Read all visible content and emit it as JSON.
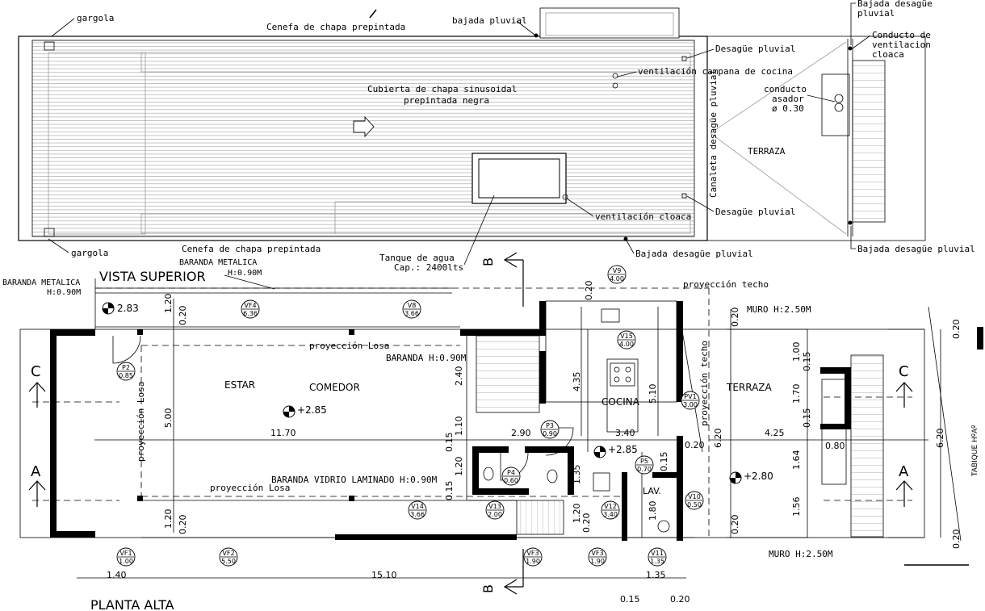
{
  "roof_plan": {
    "title": "VISTA SUPERIOR",
    "labels": {
      "gargola_top": "gargola",
      "gargola_bottom": "gargola",
      "cenefa_top": "Cenefa de chapa prepintada",
      "cenefa_bottom": "Cenefa de chapa prepintada",
      "bajada_pluvial": "bajada pluvial",
      "cubierta_1": "Cubierta de chapa sinusoidal",
      "cubierta_2": "prepintada negra",
      "ventilacion_campana": "ventilación campana de cocina",
      "ventilacion_cloaca": "ventilación cloaca",
      "tanque_1": "Tanque de agua",
      "tanque_2": "Cap.: 2400lts",
      "bajada_desague_bottom": "Bajada desagüe pluvial",
      "desague_top": "Desagüe pluvial",
      "desague_bottom": "Desagüe pluvial",
      "canaleta": "Canaleta desagüe pluvial",
      "conducto_1": "conducto",
      "conducto_2": "asador",
      "conducto_3": "ø 0.30",
      "terraza": "TERRAZA",
      "bajada_desague_right_top_1": "Bajada desagüe",
      "bajada_desague_right_top_2": "pluvial",
      "conducto_vent_1": "Conducto de",
      "conducto_vent_2": "ventilacion",
      "conducto_vent_3": "cloaca",
      "bajada_desague_right_bottom": "Bajada desagüe pluvial"
    }
  },
  "floor_plan": {
    "title": "PLANTA ALTA",
    "labels": {
      "baranda_metalica_left_1": "BARANDA METALICA",
      "baranda_metalica_left_2": "H:0.90M",
      "baranda_metalica_top_1": "BARANDA METALICA",
      "baranda_metalica_top_2": "H:0.90M",
      "proyeccion_techo_top": "proyección techo",
      "proyeccion_techo_vertical": "proyección techo",
      "proyeccion_losa_1": "proyección Losa",
      "proyeccion_losa_2": "proyección Losa",
      "proyeccion_losa_vertical": "proyección Losa",
      "baranda": "BARANDA  H:0.90M",
      "baranda_vidrio": "BARANDA VIDRIO LAMINADO H:0.90M",
      "estar": "ESTAR",
      "comedor": "COMEDOR",
      "cocina": "COCINA",
      "terraza": "TERRAZA",
      "lav": "LAV.",
      "muro_top": "MURO H:2.50M",
      "muro_bottom": "MURO H:2.50M",
      "tabique": "TABIQUE HºAº",
      "section_a": "A",
      "section_c": "C",
      "section_b": "B"
    },
    "levels": {
      "balcony": "2.83",
      "estar": "+2.85",
      "cocina": "+2.85",
      "terraza": "+2.80"
    },
    "tags": [
      {
        "code": "P2",
        "value": "0.85"
      },
      {
        "code": "VF4",
        "value": "6.36"
      },
      {
        "code": "V8",
        "value": "3.66"
      },
      {
        "code": "V9",
        "value": "4.00"
      },
      {
        "code": "V15",
        "value": "4.00"
      },
      {
        "code": "PV1",
        "value": "3.00"
      },
      {
        "code": "P3",
        "value": "0.90"
      },
      {
        "code": "P4",
        "value": "0.60"
      },
      {
        "code": "P5",
        "value": "0.70"
      },
      {
        "code": "V14",
        "value": "3.66"
      },
      {
        "code": "V13",
        "value": "2.00"
      },
      {
        "code": "V12",
        "value": "3.40"
      },
      {
        "code": "V10",
        "value": "0.50"
      },
      {
        "code": "VF1",
        "value": "1.00"
      },
      {
        "code": "VF2",
        "value": "5.50"
      },
      {
        "code": "VF3",
        "value": "1.90"
      },
      {
        "code": "VF3",
        "value": "1.90"
      },
      {
        "code": "V11",
        "value": "1.35"
      }
    ],
    "dimensions": {
      "d_120_top": "1.20",
      "d_020_top": "0.20",
      "d_500": "5.00",
      "d_120_bot": "1.20",
      "d_020_bot": "0.20",
      "d_1170": "11.70",
      "d_240": "2.40",
      "d_110": "1.10",
      "d_015_a": "0.15",
      "d_120_b": "1.20",
      "d_015_b": "0.15",
      "d_290": "2.90",
      "d_435": "4.35",
      "d_135": "1.35",
      "d_020_c": "0.20",
      "d_510": "5.10",
      "d_340": "3.40",
      "d_020_d": "0.20",
      "d_015_c": "0.15",
      "d_180": "1.80",
      "d_120_c": "1.20",
      "d_020_e": "0.20",
      "d_020_t1": "0.20",
      "d_620_a": "6.20",
      "d_020_t2": "0.20",
      "d_425": "4.25",
      "d_100": "1.00",
      "d_015_d": "0.15",
      "d_170": "1.70",
      "d_015_e": "0.15",
      "d_080": "0.80",
      "d_164": "1.64",
      "d_156": "1.56",
      "d_020_r1": "0.20",
      "d_620_b": "6.20",
      "d_020_r2": "0.20",
      "d_140": "1.40",
      "d_1510": "15.10",
      "d_135_b": "1.35",
      "d_015_f": "0.15",
      "d_020_f": "0.20"
    }
  }
}
